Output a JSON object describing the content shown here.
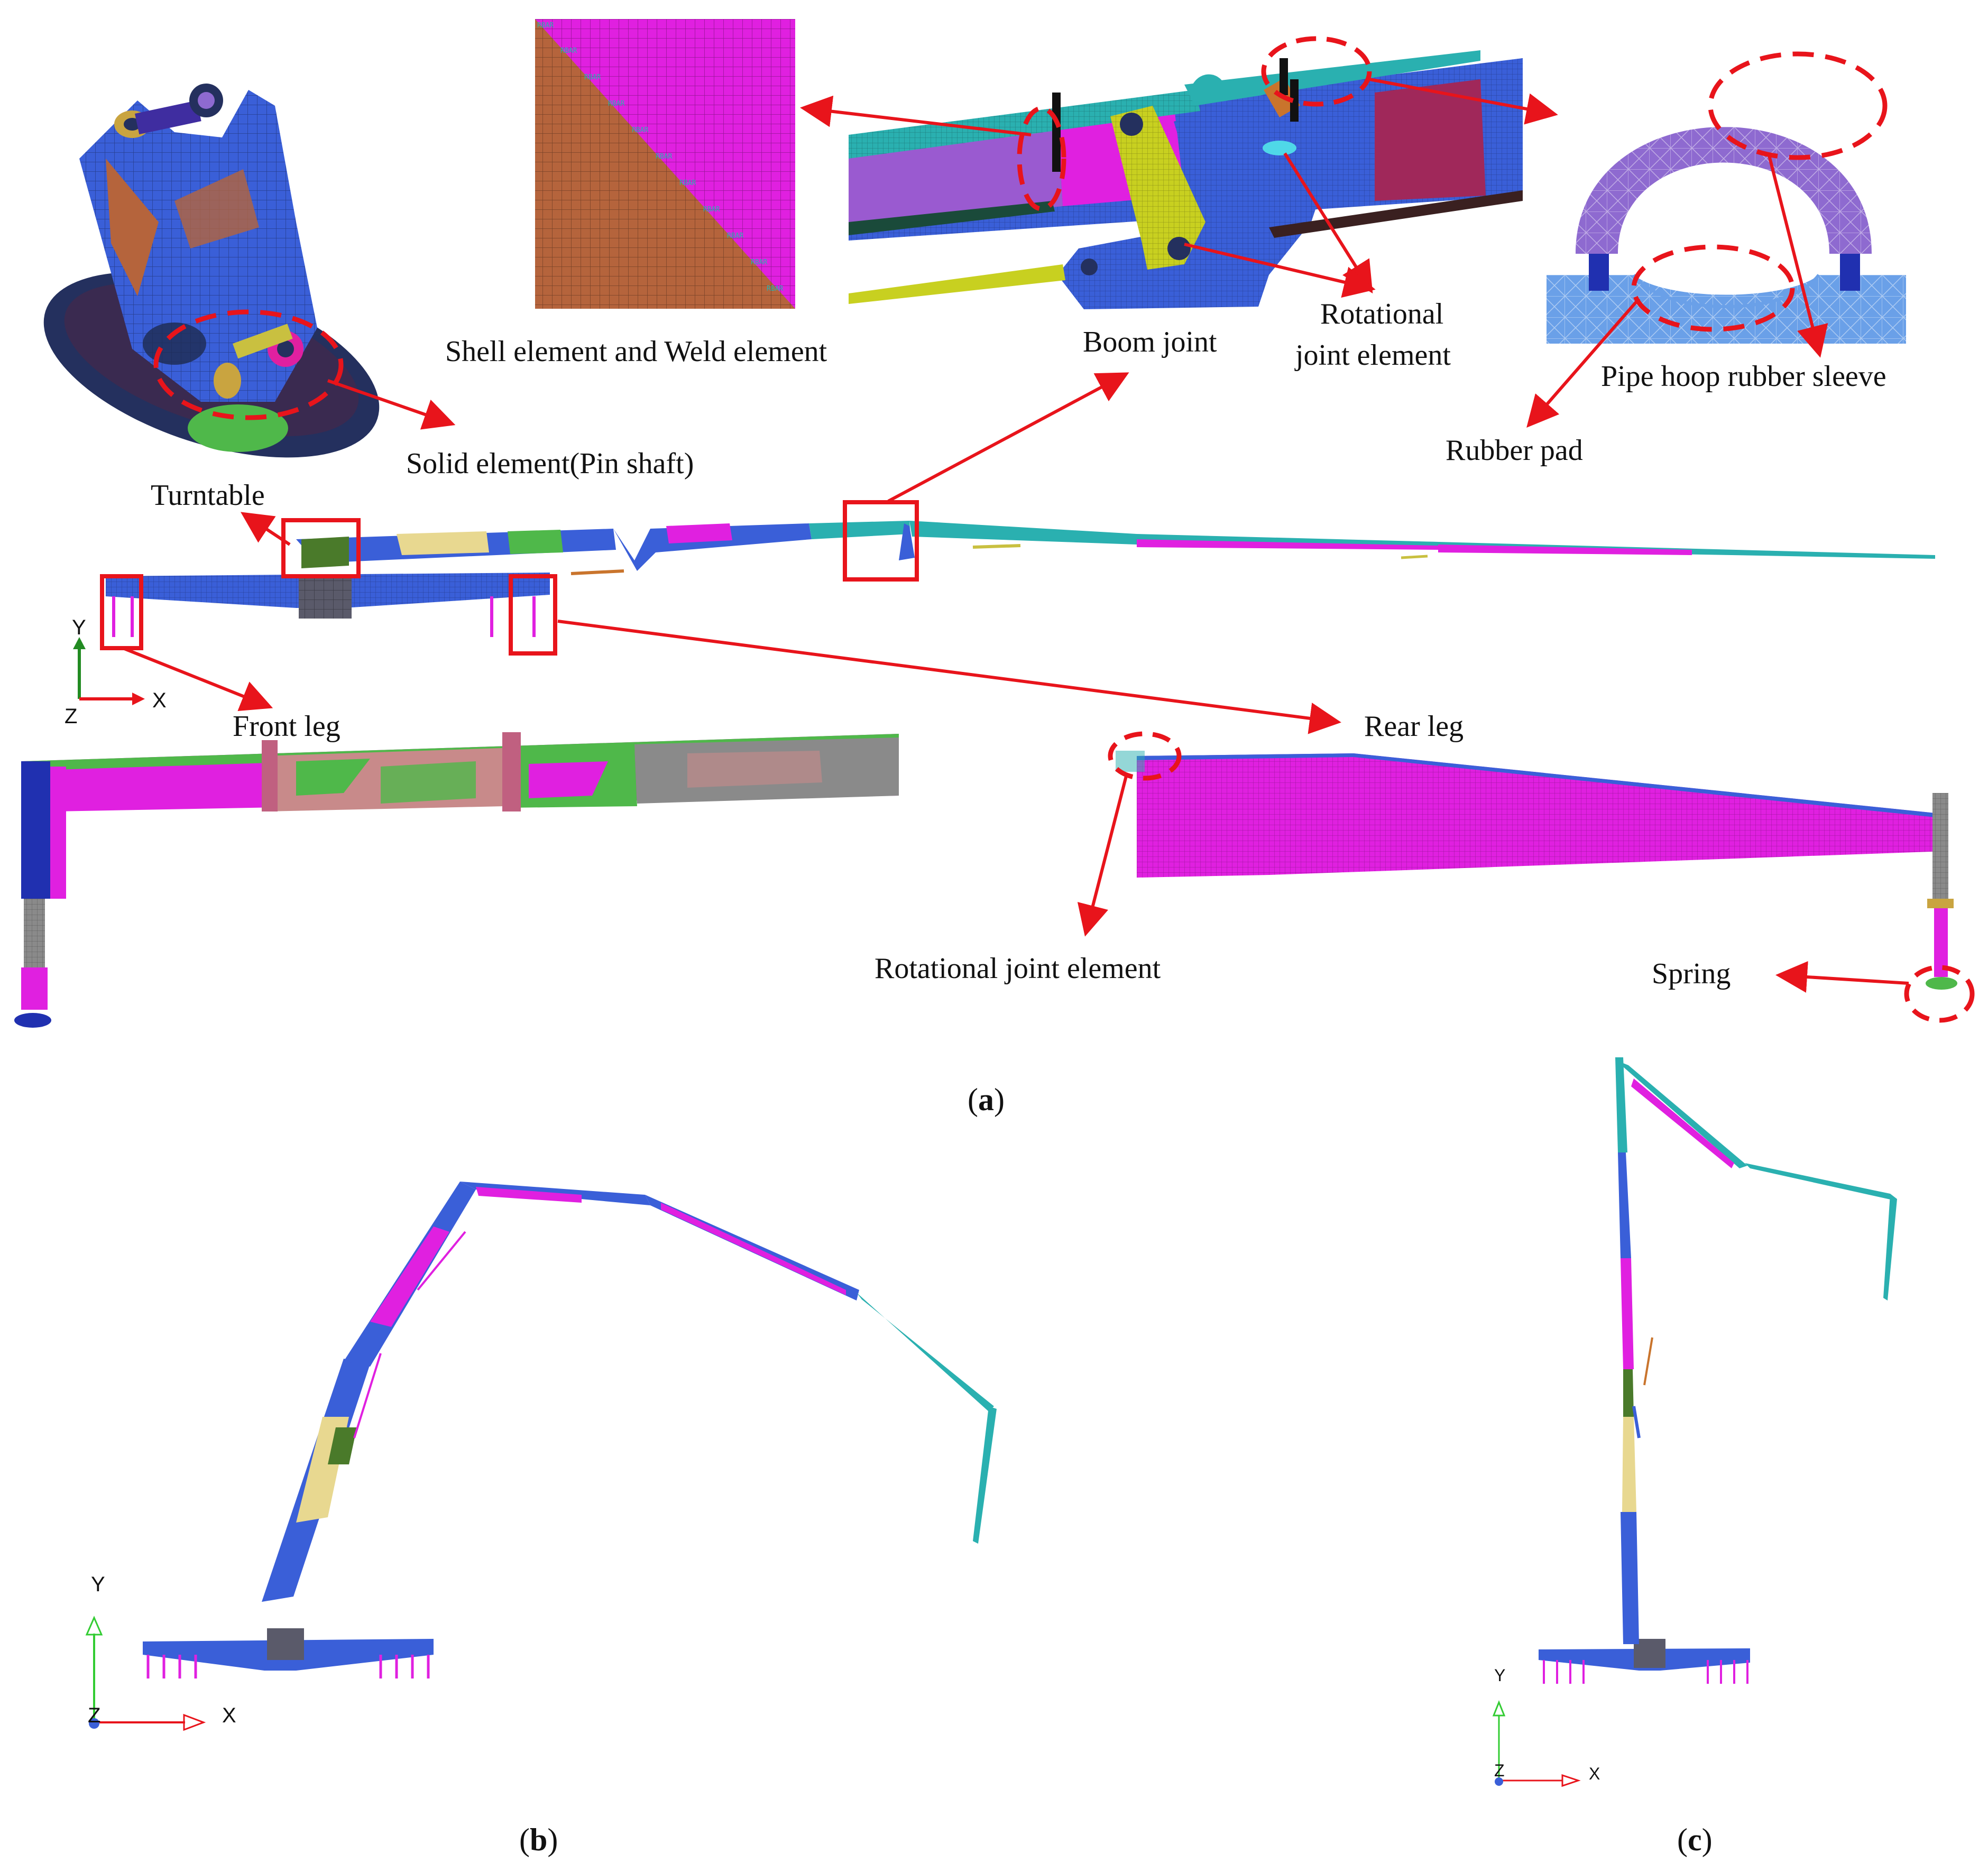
{
  "labels": {
    "shell_weld": "Shell element and Weld element",
    "boom_joint": "Boom joint",
    "rotational_1": "Rotational",
    "rotational_2": "joint element",
    "pipe_hoop": "Pipe hoop rubber sleeve",
    "rubber_pad": "Rubber pad",
    "solid_pin": "Solid element(Pin shaft)",
    "turntable": "Turntable",
    "front_leg": "Front leg",
    "rear_leg": "Rear leg",
    "rot_joint_elem": "Rotational joint element",
    "spring": "Spring"
  },
  "mesh_tags": {
    "rbar": "RBAR"
  },
  "captions": {
    "a": {
      "open": "(",
      "letter": "a",
      "close": ")"
    },
    "b": {
      "open": "(",
      "letter": "b",
      "close": ")"
    },
    "c": {
      "open": "(",
      "letter": "c",
      "close": ")"
    }
  },
  "axes": {
    "x": "X",
    "y": "Y",
    "z": "Z"
  },
  "colors": {
    "annotation_red": "#e8141b",
    "boom_blue": "#3a5fd8",
    "magenta": "#e020e0",
    "teal": "#2ab0b0",
    "olive": "#c8d020",
    "brown": "#b5643c",
    "purple": "#8e6ad0",
    "gray": "#8a8a8a",
    "green": "#4fb84a"
  }
}
